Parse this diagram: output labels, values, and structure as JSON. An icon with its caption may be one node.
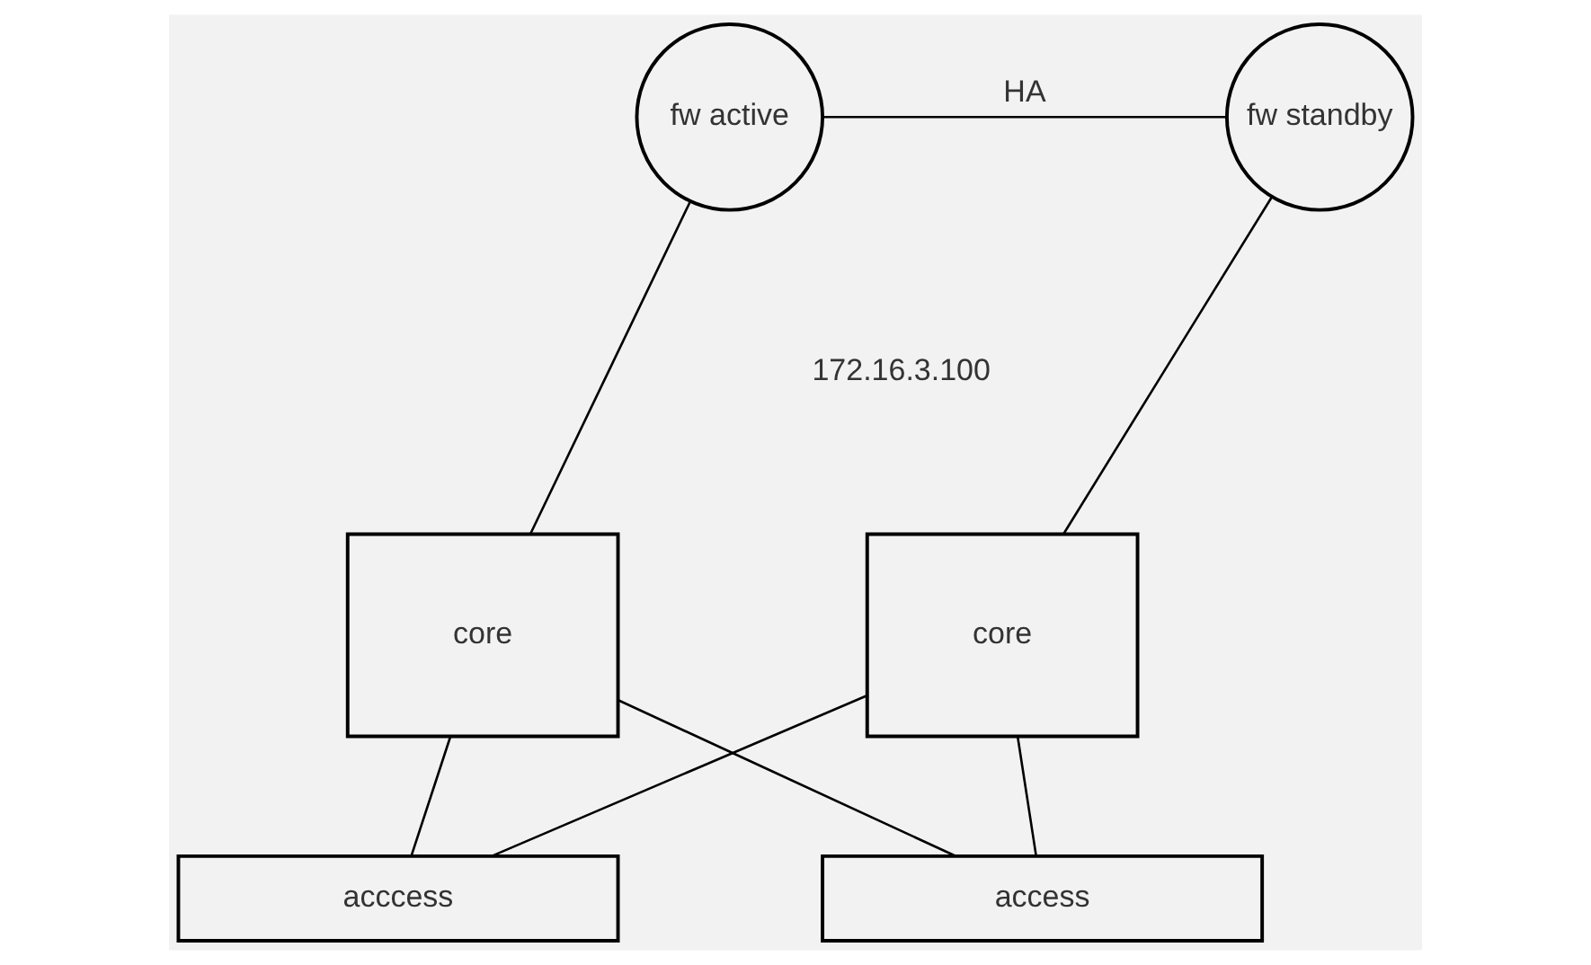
{
  "diagram": {
    "nodes": [
      {
        "text": [
          "fw active"
        ]
      },
      {
        "text": [
          "fw standby"
        ]
      },
      {
        "text": [
          "core"
        ]
      },
      {
        "text": [
          "core"
        ]
      },
      {
        "text": [
          "acccess"
        ]
      },
      {
        "text": [
          "access"
        ]
      }
    ],
    "edges": [
      {
        "from": 0,
        "to": 1,
        "arrow": "none",
        "label": "HA"
      },
      {
        "from": 0,
        "to": 2,
        "arrow": "none"
      },
      {
        "from": 1,
        "to": 3,
        "arrow": "none"
      },
      {
        "from": 2,
        "to": 4,
        "arrow": "none"
      },
      {
        "from": 2,
        "to": 5,
        "arrow": "none"
      },
      {
        "from": 3,
        "to": 4,
        "arrow": "none"
      },
      {
        "from": 3,
        "to": 5,
        "arrow": "none"
      }
    ],
    "labels": [
      "172.16.3.100"
    ]
  }
}
